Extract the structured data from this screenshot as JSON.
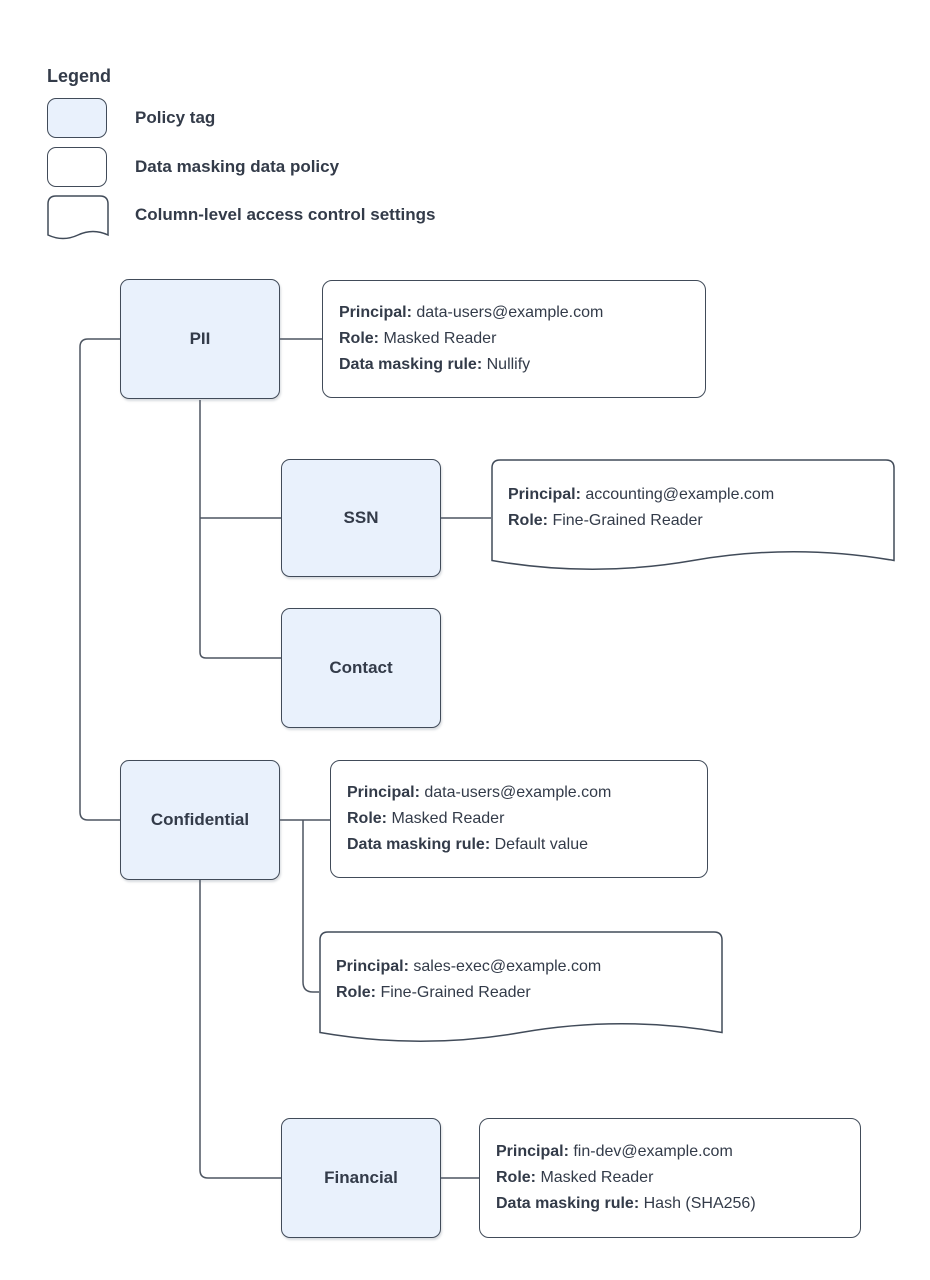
{
  "legend": {
    "title": "Legend",
    "items": [
      {
        "label": "Policy tag",
        "swatch": "policy-tag"
      },
      {
        "label": "Data masking data policy",
        "swatch": "data-masking-policy"
      },
      {
        "label": "Column-level access control settings",
        "swatch": "column-access-settings"
      }
    ]
  },
  "nodes": {
    "pii": "PII",
    "ssn": "SSN",
    "contact": "Contact",
    "confidential": "Confidential",
    "financial": "Financial"
  },
  "policies": {
    "pii_masking": {
      "principal_label": "Principal:",
      "principal": "data-users@example.com",
      "role_label": "Role:",
      "role": "Masked Reader",
      "rule_label": "Data masking rule:",
      "rule": "Nullify"
    },
    "ssn_access": {
      "principal_label": "Principal:",
      "principal": "accounting@example.com",
      "role_label": "Role:",
      "role": "Fine-Grained Reader"
    },
    "confidential_masking": {
      "principal_label": "Principal:",
      "principal": "data-users@example.com",
      "role_label": "Role:",
      "role": "Masked Reader",
      "rule_label": "Data masking rule:",
      "rule": "Default value"
    },
    "confidential_access": {
      "principal_label": "Principal:",
      "principal": "sales-exec@example.com",
      "role_label": "Role:",
      "role": "Fine-Grained Reader"
    },
    "financial_masking": {
      "principal_label": "Principal:",
      "principal": "fin-dev@example.com",
      "role_label": "Role:",
      "role": "Masked Reader",
      "rule_label": "Data masking rule:",
      "rule": "Hash (SHA256)"
    }
  },
  "colors": {
    "policy_tag_fill": "#E9F1FC",
    "shape_border": "#414B59",
    "connector": "#4D5561",
    "text": "#333B49",
    "background": "#FFFFFF"
  }
}
